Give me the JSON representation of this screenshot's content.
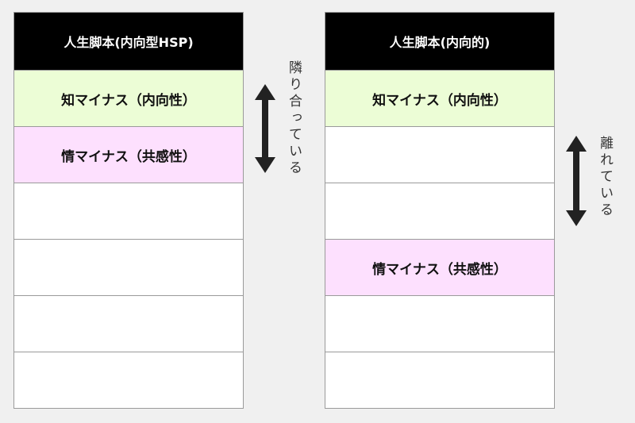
{
  "left_table": {
    "header": "人生脚本(内向型HSP)",
    "rows": [
      {
        "label": "知マイナス（内向性）",
        "type": "green"
      },
      {
        "label": "情マイナス（共感性）",
        "type": "pink"
      },
      {
        "label": "",
        "type": "empty"
      },
      {
        "label": "",
        "type": "empty"
      },
      {
        "label": "",
        "type": "empty"
      },
      {
        "label": "",
        "type": "empty"
      }
    ],
    "annotation": "隣り合っている"
  },
  "right_table": {
    "header": "人生脚本(内向的)",
    "rows": [
      {
        "label": "知マイナス（内向性）",
        "type": "green"
      },
      {
        "label": "",
        "type": "empty"
      },
      {
        "label": "",
        "type": "empty"
      },
      {
        "label": "情マイナス（共感性）",
        "type": "pink"
      },
      {
        "label": "",
        "type": "empty"
      },
      {
        "label": "",
        "type": "empty"
      }
    ],
    "annotation": "離れている"
  },
  "colors": {
    "header_bg": "#000000",
    "green_row": "#ecfdd6",
    "pink_row": "#fde0fe",
    "border": "#9a9a9a",
    "arrow": "#222222"
  },
  "icons": {
    "left_arrow": "double-headed-vertical-arrow-icon",
    "right_arrow": "double-headed-vertical-arrow-icon"
  }
}
